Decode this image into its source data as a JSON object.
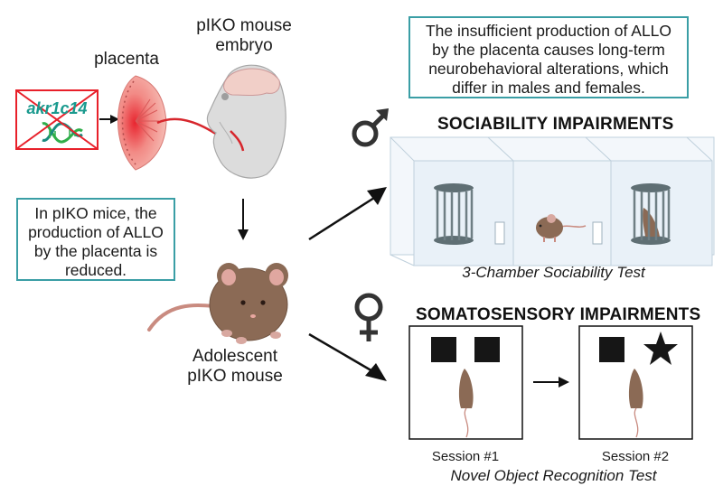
{
  "gene_box": {
    "gene_name": "akr1c14",
    "status": "knocked-out",
    "cross_color": "#e8202a",
    "text_color": "#1a9a8e"
  },
  "placenta": {
    "label": "placenta"
  },
  "embryo": {
    "label_line1": "pIKO mouse",
    "label_line2": "embryo"
  },
  "note_left": {
    "lines": [
      "In pIKO mice, the",
      "production of ALLO",
      "by the placenta is",
      "reduced."
    ]
  },
  "note_top": {
    "lines": [
      "The insufficient production of ALLO",
      "by the placenta causes long-term",
      "neurobehavioral alterations, which",
      "differ in males and females."
    ]
  },
  "adolescent": {
    "label_line1": "Adolescent",
    "label_line2": "pIKO mouse"
  },
  "male_branch": {
    "symbol": "♂",
    "heading": "SOCIABILITY IMPAIRMENTS",
    "caption": "3-Chamber Sociability Test"
  },
  "female_branch": {
    "symbol": "♀",
    "heading": "SOMATOSENSORY IMPAIRMENTS",
    "session1": "Session #1",
    "session2": "Session #2",
    "caption": "Novel Object Recognition Test"
  },
  "colors": {
    "teal_border": "#3a9ea5",
    "mouse_brown": "#8b6a55",
    "placenta_red": "#e23a3a",
    "cage_gray": "#5f6f74"
  }
}
